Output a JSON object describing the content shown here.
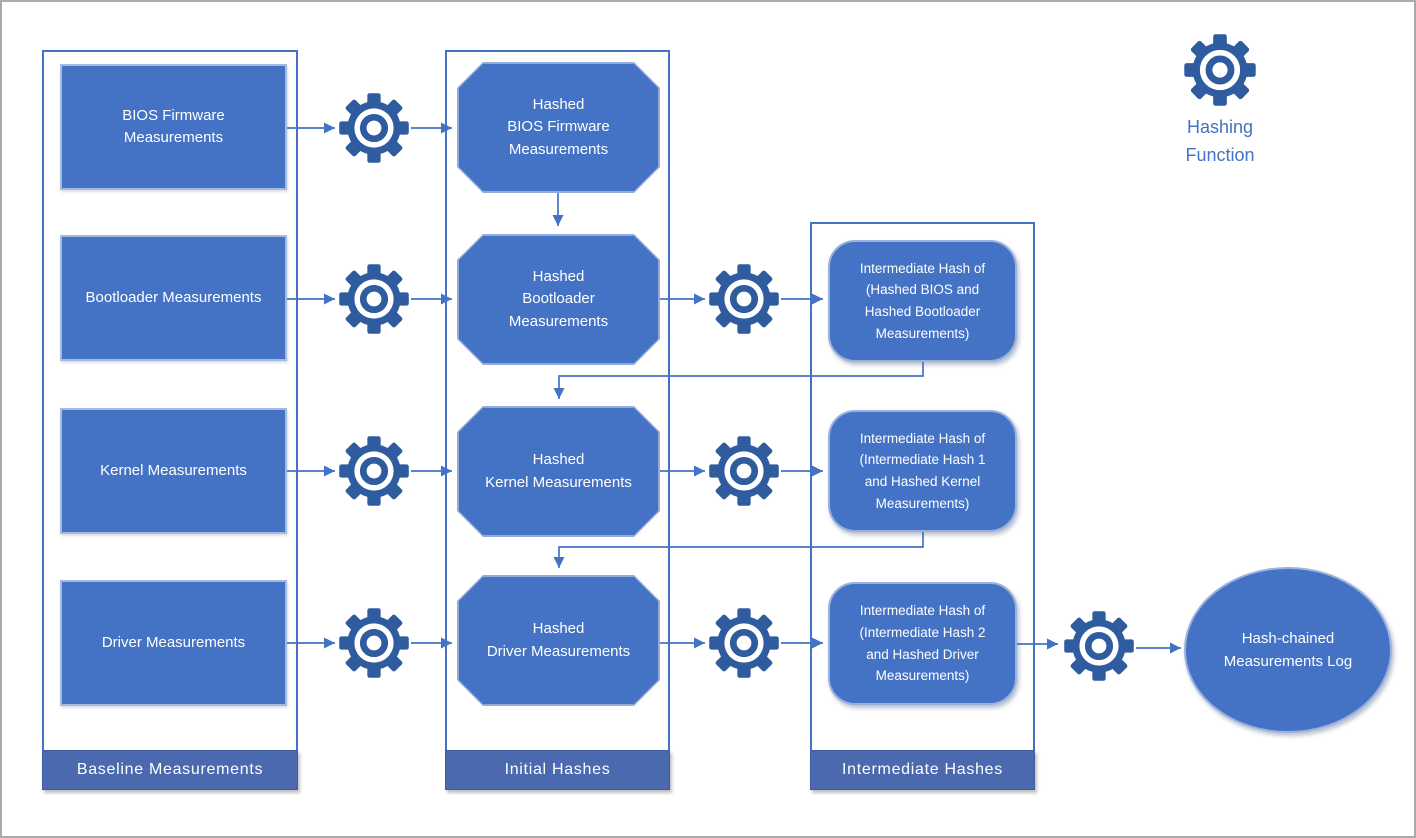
{
  "legend": {
    "label": "Hashing\nFunction"
  },
  "columns": {
    "baseline": {
      "label": "Baseline Measurements",
      "items": [
        "BIOS Firmware\nMeasurements",
        "Bootloader Measurements",
        "Kernel Measurements",
        "Driver Measurements"
      ]
    },
    "initial": {
      "label": "Initial Hashes",
      "items": [
        "Hashed\nBIOS Firmware\nMeasurements",
        "Hashed\nBootloader\nMeasurements",
        "Hashed\nKernel Measurements",
        "Hashed\nDriver Measurements"
      ]
    },
    "intermediate": {
      "label": "Intermediate Hashes",
      "items": [
        "Intermediate Hash of\n(Hashed BIOS and\nHashed Bootloader\nMeasurements)",
        "Intermediate Hash of\n(Intermediate Hash 1\nand Hashed Kernel\nMeasurements)",
        "Intermediate Hash of\n(Intermediate Hash 2\nand Hashed Driver\nMeasurements)"
      ]
    }
  },
  "output_node": {
    "label": "Hash-chained\nMeasurements Log"
  },
  "colors": {
    "shape_fill": "#4472C4",
    "shape_border_light": "#9AB1DE",
    "container_border": "#4472C4",
    "label_bar_fill": "#4A69AE",
    "gear_icon": "#2E5C9E",
    "connector": "#4472C4",
    "legend_text": "#4472C4",
    "page_frame": "#ABABAB",
    "shape_text": "#FFFFFF"
  }
}
